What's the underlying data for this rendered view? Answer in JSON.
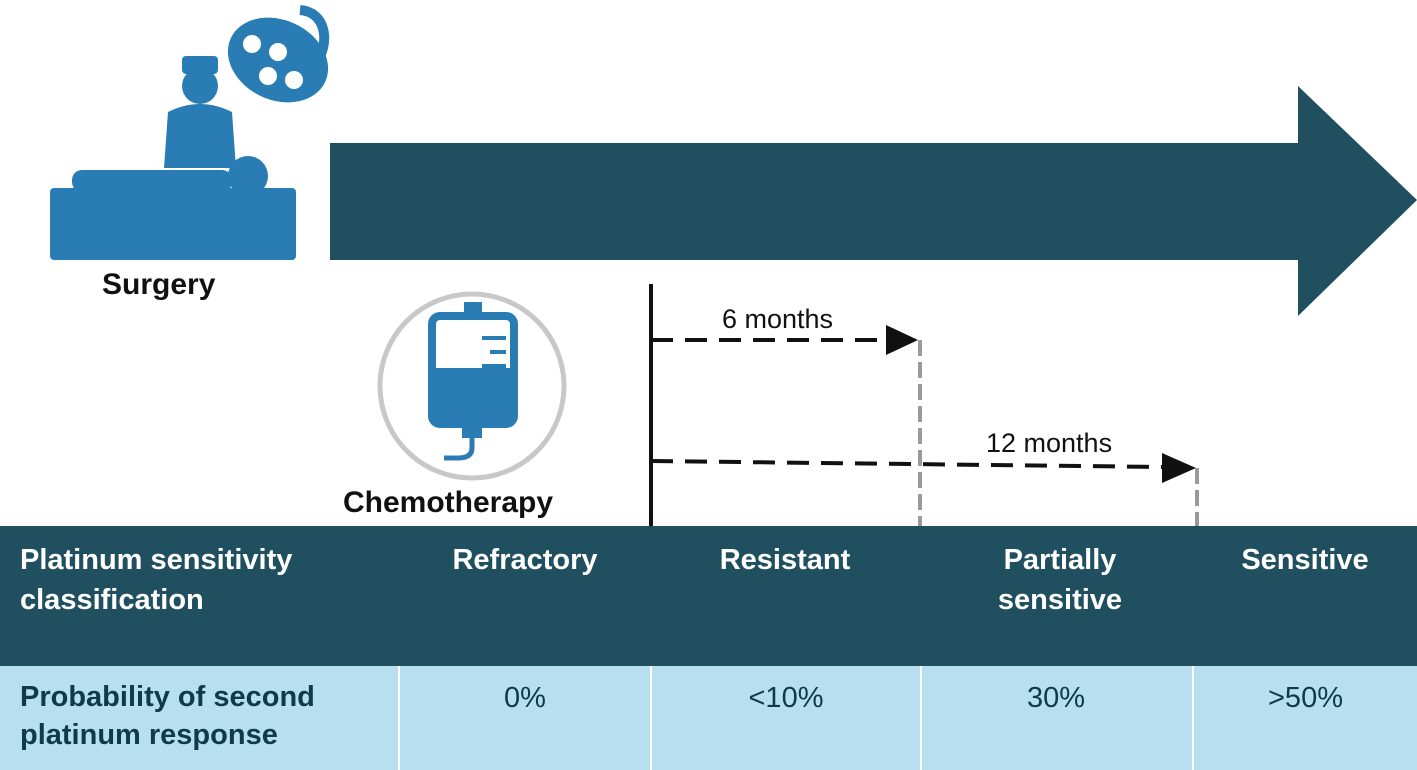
{
  "colors": {
    "dark_teal": "#20505f",
    "icon_blue": "#2a7cb5",
    "light_blue": "#b8dff0"
  },
  "icons": {
    "surgery": "surgeon-with-patient-and-surgical-lamp-icon",
    "chemotherapy": "iv-drip-bag-icon"
  },
  "surgery_label": "Surgery",
  "chemotherapy_label": "Chemotherapy",
  "timeline": {
    "marker_1": "6 months",
    "marker_2": "12 months"
  },
  "table": {
    "classification_header": "Platinum sensitivity classification",
    "classifications": [
      "Refractory",
      "Resistant",
      "Partially sensitive",
      "Sensitive"
    ],
    "probability_header": "Probability of second platinum response",
    "probabilities": [
      "0%",
      "<10%",
      "30%",
      ">50%"
    ]
  }
}
